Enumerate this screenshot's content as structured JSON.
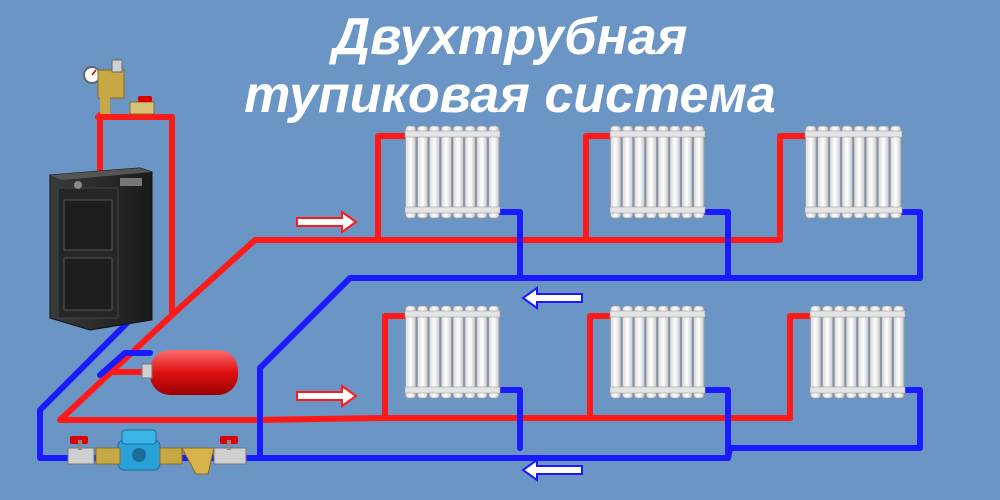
{
  "title": {
    "line1": "Двухтрубная",
    "line2": "тупиковая система"
  },
  "colors": {
    "background": "#6b95c4",
    "supply_pipe": "#ff1a1a",
    "return_pipe": "#1a1aff",
    "title_text": "#ffffff"
  },
  "components": [
    "boiler",
    "pressure-gauge",
    "safety-group",
    "expansion-tank",
    "circulation-pump",
    "y-strainer",
    "ball-valve",
    "radiator"
  ],
  "flow": {
    "supply_arrow": "arrow-right",
    "return_arrow": "arrow-left"
  }
}
